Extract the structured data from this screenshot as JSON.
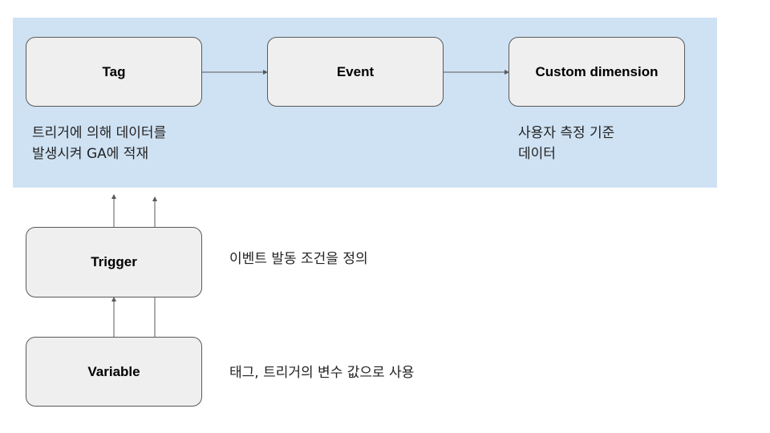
{
  "nodes": {
    "tag": "Tag",
    "event": "Event",
    "custom_dimension": "Custom dimension",
    "trigger": "Trigger",
    "variable": "Variable"
  },
  "notes": {
    "tag_line1": "트리거에 의해 데이터를",
    "tag_line2": "발생시켜 GA에 적재",
    "custom_dimension_line1": "사용자 측정 기준",
    "custom_dimension_line2": "데이터",
    "trigger": "이벤트 발동 조건을 정의",
    "variable": "태그, 트리거의 변수 값으로 사용"
  },
  "colors": {
    "panel_background": "#cfe2f3",
    "node_fill": "#efefef",
    "node_border": "#595959",
    "arrow": "#595959"
  }
}
